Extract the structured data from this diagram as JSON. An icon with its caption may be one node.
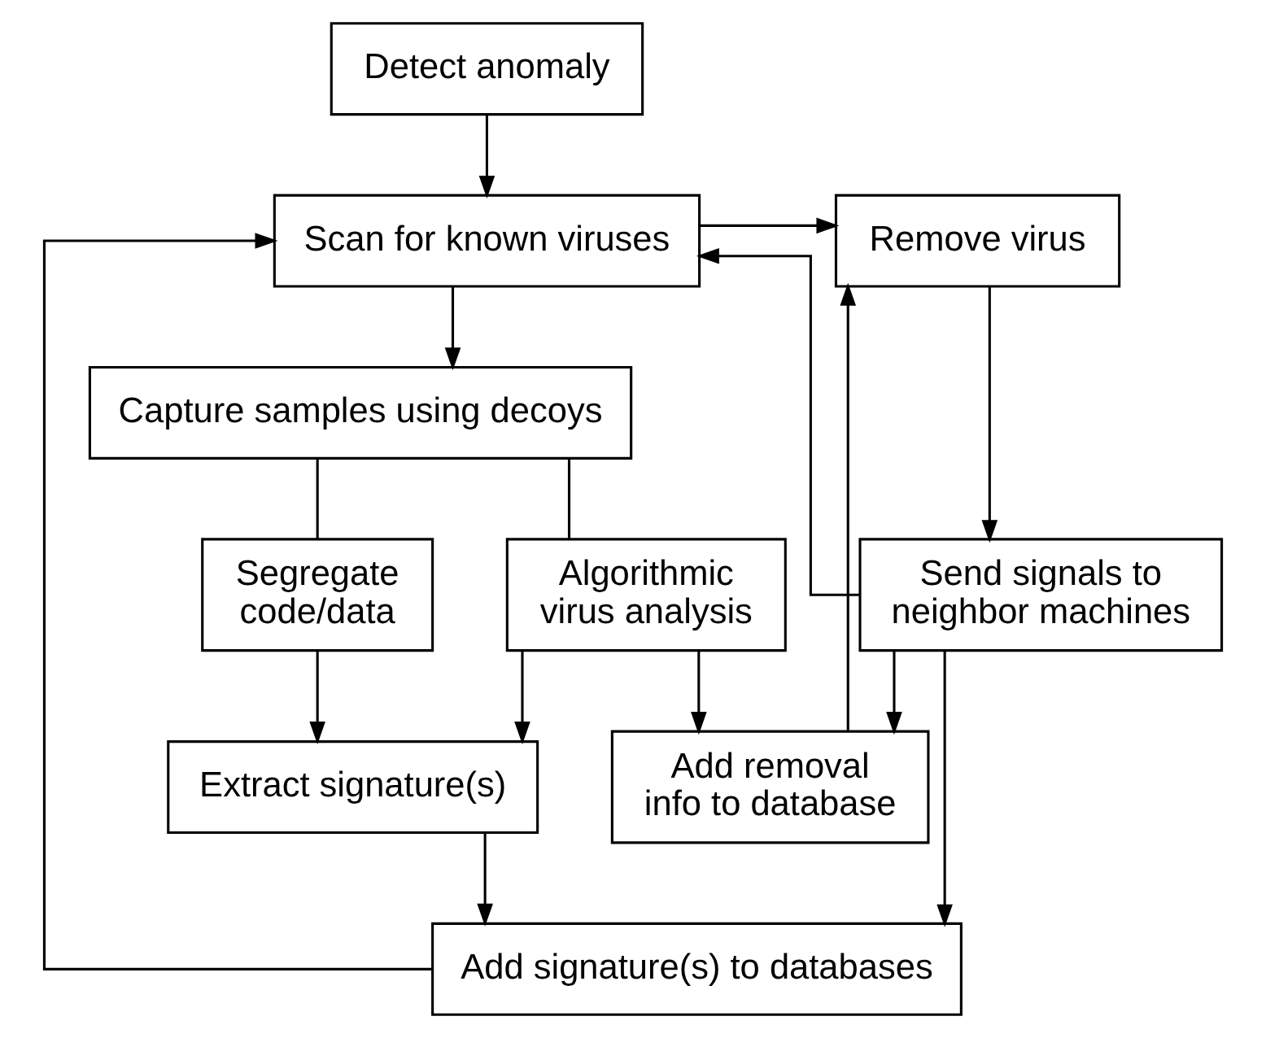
{
  "diagram": {
    "nodes": [
      {
        "text": [
          "Detect anomaly"
        ]
      },
      {
        "text": [
          "Scan for known viruses"
        ]
      },
      {
        "text": [
          "Capture samples using decoys"
        ]
      },
      {
        "text": [
          "Segregate code/data"
        ]
      },
      {
        "text": [
          "Algorithmic virus analysis"
        ]
      },
      {
        "text": [
          "Extract signature(s)"
        ]
      },
      {
        "text": [
          "Remove virus"
        ]
      },
      {
        "text": [
          "Send signals to neighbor machines"
        ]
      },
      {
        "text": [
          "Add removal info to database"
        ]
      },
      {
        "text": [
          "Add signature(s) to databases"
        ]
      }
    ],
    "edges": [
      {
        "from": 0,
        "to": 1,
        "arrow": "to"
      },
      {
        "from": 1,
        "to": 2,
        "arrow": "to"
      },
      {
        "from": 1,
        "to": 6,
        "arrow": "to"
      },
      {
        "from": 2,
        "to": 3,
        "arrow": "none"
      },
      {
        "from": 2,
        "to": 4,
        "arrow": "none"
      },
      {
        "from": 3,
        "to": 5,
        "arrow": "to"
      },
      {
        "from": 4,
        "to": 5,
        "arrow": "to"
      },
      {
        "from": 4,
        "to": 8,
        "arrow": "to"
      },
      {
        "from": 5,
        "to": 9,
        "arrow": "to"
      },
      {
        "from": 6,
        "to": 7,
        "arrow": "to"
      },
      {
        "from": 7,
        "to": 1,
        "arrow": "to"
      },
      {
        "from": 7,
        "to": 8,
        "arrow": "to"
      },
      {
        "from": 7,
        "to": 9,
        "arrow": "to"
      },
      {
        "from": 8,
        "to": 6,
        "arrow": "to"
      },
      {
        "from": 9,
        "to": 1,
        "arrow": "to"
      }
    ]
  }
}
